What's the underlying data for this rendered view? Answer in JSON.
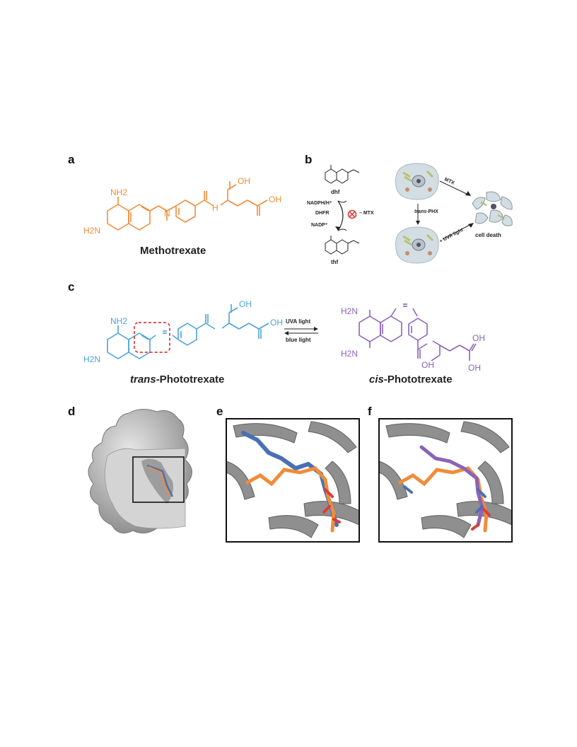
{
  "figure": {
    "panels": {
      "a": "a",
      "b": "b",
      "c": "c",
      "d": "d",
      "e": "e",
      "f": "f"
    },
    "panel_a": {
      "caption": "Methotrexate",
      "labels": {
        "nh2": "NH2",
        "h2n": "H2N",
        "oh1": "OH",
        "oh2": "OH",
        "n": "N",
        "h": "H"
      }
    },
    "panel_b": {
      "dhf": "dhf",
      "thf": "thf",
      "nadph": "NADPH/H⁺",
      "dhfr": "DHFR",
      "nadp": "NADP⁺",
      "mtx_inhibit": "– MTX",
      "mtx_arrow": "MTX",
      "trans_phx_em": "trans",
      "trans_phx_rest": "-PHX",
      "uva_light": "+ UVA light",
      "cell_death": "cell death"
    },
    "panel_c": {
      "caption_trans_em": "trans",
      "caption_trans_rest": "-Phototrexate",
      "caption_cis_em": "cis",
      "caption_cis_rest": "-Phototrexate",
      "uva_light": "UVA light",
      "blue_light": "blue light",
      "labels": {
        "nh2": "NH2",
        "h2n": "H2N",
        "oh": "OH"
      }
    },
    "colors": {
      "methotrexate": "#f08c3a",
      "trans": "#4aa3d8",
      "cis": "#8a63b8",
      "dashed_box": "#e03a3a",
      "inhibit": "#d9342b"
    }
  }
}
